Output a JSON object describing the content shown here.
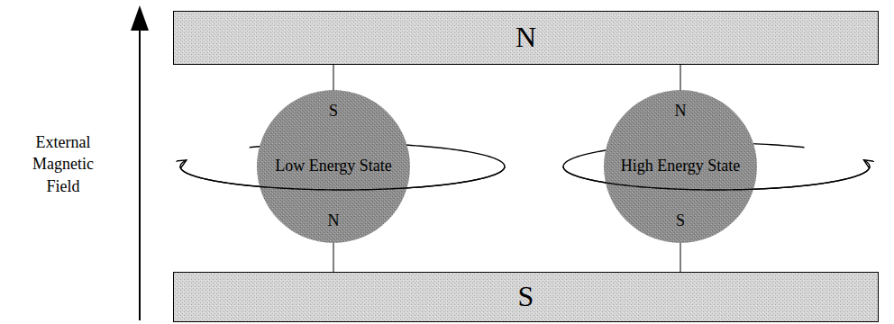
{
  "diagram": {
    "nodes": [
      {
        "text": [
          "N"
        ]
      },
      {
        "text": [
          "S",
          "Low Energy State",
          "N"
        ]
      },
      {
        "text": [
          "N",
          "High Energy State",
          "S"
        ]
      },
      {
        "text": [
          "S"
        ]
      }
    ],
    "edges": [
      {
        "from": 0,
        "to": 1,
        "arrow": "none"
      },
      {
        "from": 1,
        "to": 3,
        "arrow": "none"
      },
      {
        "from": 0,
        "to": 2,
        "arrow": "none"
      },
      {
        "from": 2,
        "to": 3,
        "arrow": "none"
      }
    ],
    "labels": [
      "External Magnetic Field"
    ]
  }
}
